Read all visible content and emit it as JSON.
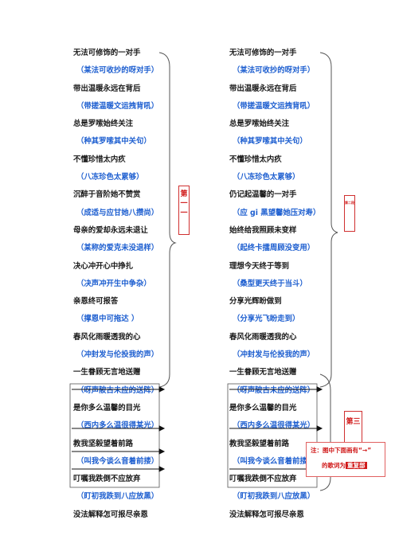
{
  "left_column": [
    {
      "text": "无法可修饰的一对手",
      "kind": "lyric"
    },
    {
      "text": "（某法可收抄的呀对手）",
      "kind": "pinyin"
    },
    {
      "text": "带出温暖永远在背后",
      "kind": "lyric"
    },
    {
      "text": "（带搓温暖文运拽背吼）",
      "kind": "pinyin"
    },
    {
      "text": "总是罗嗦始终关注",
      "kind": "lyric"
    },
    {
      "text": "（种其罗嗦其中关句）",
      "kind": "pinyin"
    },
    {
      "text": "不懂珍惜太内疚",
      "kind": "lyric"
    },
    {
      "text": "（八冻珍色太累够）",
      "kind": "pinyin"
    },
    {
      "text": "沉醉于音阶她不赞赏",
      "kind": "lyric"
    },
    {
      "text": "（成适与应甘她八攒尚）",
      "kind": "pinyin"
    },
    {
      "text": "母亲的爱却永远未退让",
      "kind": "lyric"
    },
    {
      "text": "（某称的爱克未没退样）",
      "kind": "pinyin"
    },
    {
      "text": "决心冲开心中挣扎",
      "kind": "lyric"
    },
    {
      "text": "（决声冲开生中争杂）",
      "kind": "pinyin"
    },
    {
      "text": "亲恩终可报答",
      "kind": "lyric"
    },
    {
      "text": "（撑恩中可拖达 ）",
      "kind": "pinyin"
    },
    {
      "text": "春风化雨暖透我的心",
      "kind": "lyric"
    },
    {
      "text": "（冲封发与伦投我的声）",
      "kind": "pinyin"
    },
    {
      "text": "一生眷顾无言地送赠",
      "kind": "lyric"
    },
    {
      "text": "（呀声陂古未应的送阵）",
      "kind": "pinyin"
    },
    {
      "text": "是你多么温馨的目光",
      "kind": "lyric"
    },
    {
      "text": "（西内多么温很得某光）",
      "kind": "pinyin"
    },
    {
      "text": "教我坚毅望着前路",
      "kind": "lyric"
    },
    {
      "text": "（叫我今谈么音着前搂）",
      "kind": "pinyin"
    },
    {
      "text": "叮嘱我跌倒不应放弃",
      "kind": "lyric"
    },
    {
      "text": "（盯初我跌到八应放黑）",
      "kind": "pinyin"
    },
    {
      "text": "没法解释怎可报尽亲恩",
      "kind": "lyric"
    }
  ],
  "right_column": [
    {
      "text": "无法可修饰的一对手",
      "kind": "lyric"
    },
    {
      "text": "（某法可收抄的呀对手）",
      "kind": "pinyin"
    },
    {
      "text": "带出温暖永远在背后",
      "kind": "lyric"
    },
    {
      "text": "（带搓温暖文运拽背吼）",
      "kind": "pinyin"
    },
    {
      "text": "总是罗嗦始终关注",
      "kind": "lyric"
    },
    {
      "text": "（种其罗嗦其中关句）",
      "kind": "pinyin"
    },
    {
      "text": "不懂珍惜太内疚",
      "kind": "lyric"
    },
    {
      "text": "（八冻珍色太累够）",
      "kind": "pinyin"
    },
    {
      "text": "仍记起温馨的一对手",
      "kind": "lyric"
    },
    {
      "text": "（应 gi 黑望馨她压对寿）",
      "kind": "pinyin"
    },
    {
      "text": "始终给我照顾未变样",
      "kind": "lyric"
    },
    {
      "text": "（起终卡擂周顾没变用）",
      "kind": "pinyin"
    },
    {
      "text": "理想今天终于等到",
      "kind": "lyric"
    },
    {
      "text": "（桑型更天终于当斗）",
      "kind": "pinyin"
    },
    {
      "text": "分享光辉盼做到",
      "kind": "lyric"
    },
    {
      "text": "（分享光飞盼走到）",
      "kind": "pinyin"
    },
    {
      "text": "春风化雨暖透我的心",
      "kind": "lyric"
    },
    {
      "text": "（冲封发与伦投我的声）",
      "kind": "pinyin"
    },
    {
      "text": "一生眷顾无言地送赠",
      "kind": "lyric"
    },
    {
      "text": "（呀声陂古未应的送阵）",
      "kind": "pinyin"
    },
    {
      "text": "是你多么温馨的目光",
      "kind": "lyric"
    },
    {
      "text": "（西内多么温很得某光）",
      "kind": "pinyin"
    },
    {
      "text": "教我坚毅望着前路",
      "kind": "lyric"
    },
    {
      "text": "（叫我今谈么音着前搂）",
      "kind": "pinyin"
    },
    {
      "text": "叮嘱我跌倒不应放弃",
      "kind": "lyric"
    },
    {
      "text": "（盯初我跌到八应放黑）",
      "kind": "pinyin"
    },
    {
      "text": "没法解释怎可报尽亲恩",
      "kind": "lyric"
    }
  ],
  "labels": {
    "verse_1": "第一一",
    "verse_2": "第二段",
    "verse_3": "第三"
  },
  "note": {
    "line1": "注：图中下面画有“→”",
    "line2_prefix": "的歌词为",
    "line2_highlight": "重复部"
  },
  "colors": {
    "lyric": "#1a1a1a",
    "pinyin": "#1e5fd0",
    "accent": "#d01818"
  }
}
